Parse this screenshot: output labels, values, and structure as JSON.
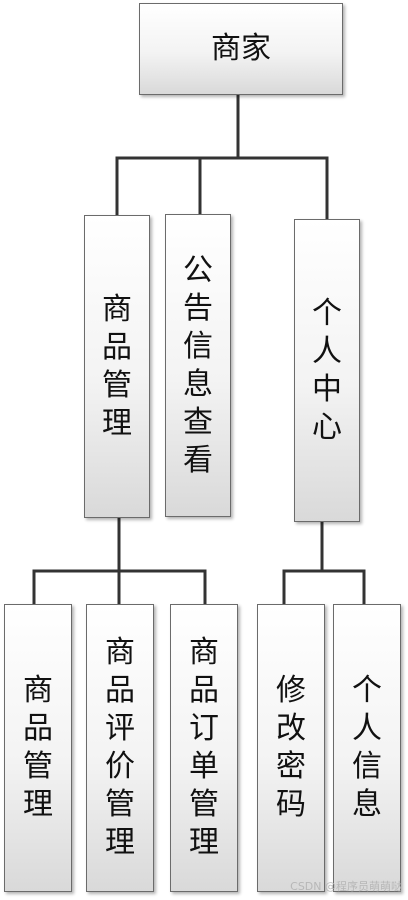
{
  "nodes": {
    "root": "商家",
    "product_mgmt": "商品管理",
    "notice_view": "公告信息查看",
    "personal_center": "个人中心",
    "product_mgmt_sub": "商品管理",
    "product_review_mgmt": "商品评价管理",
    "product_order_mgmt": "商品订单管理",
    "change_password": "修改密码",
    "personal_info": "个人信息"
  },
  "watermark": "CSDN @程序员萌萌哒",
  "colors": {
    "line": "#333333",
    "border": "#6b6b6b",
    "text": "#111111"
  }
}
